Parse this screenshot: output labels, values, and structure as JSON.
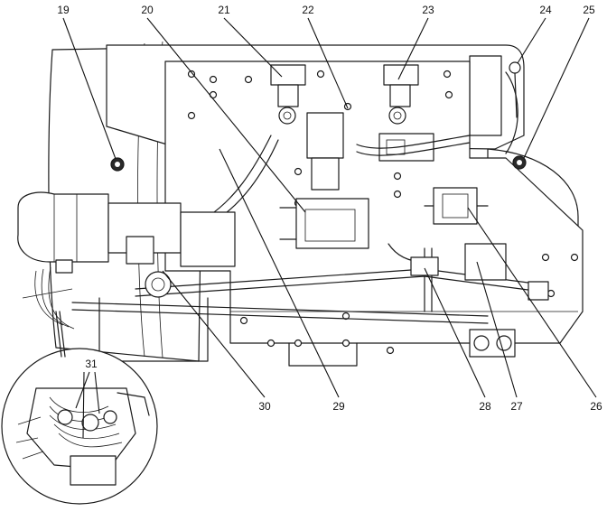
{
  "callouts": [
    {
      "label": "19"
    },
    {
      "label": "20"
    },
    {
      "label": "21"
    },
    {
      "label": "22"
    },
    {
      "label": "23"
    },
    {
      "label": "24"
    },
    {
      "label": "25"
    },
    {
      "label": "26"
    },
    {
      "label": "27"
    },
    {
      "label": "28"
    },
    {
      "label": "29"
    },
    {
      "label": "30"
    },
    {
      "label": "31"
    }
  ],
  "colors": {
    "line": "#1a1a1a",
    "background": "#ffffff"
  }
}
